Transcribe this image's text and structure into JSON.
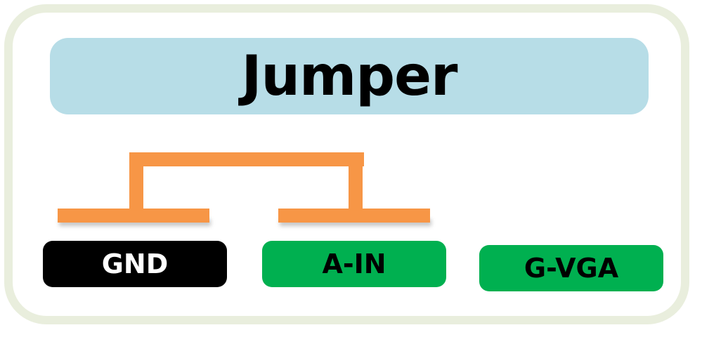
{
  "title": "Jumper",
  "colors": {
    "frame_border": "#e9eedd",
    "title_background": "#b7dde7",
    "jumper_wire": "#f79646",
    "pin_gnd": "#000000",
    "pin_signal": "#00b050"
  },
  "pins": {
    "gnd": "GND",
    "a_in": "A-IN",
    "g_vga": "G-VGA"
  },
  "jumper": {
    "connects": [
      "GND",
      "A-IN"
    ]
  }
}
